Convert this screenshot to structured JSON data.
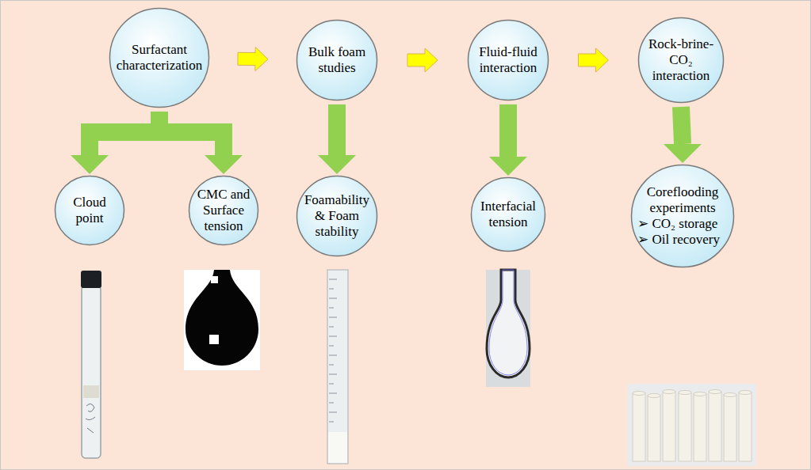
{
  "diagram": {
    "nodes": [
      {
        "text": [
          "Surfactant characterization"
        ]
      },
      {
        "text": [
          "Bulk foam studies"
        ]
      },
      {
        "text": [
          "Fluid-fluid interaction"
        ]
      },
      {
        "text": [
          "Rock-brine-CO₂ interaction"
        ]
      },
      {
        "text": [
          "Cloud point"
        ]
      },
      {
        "text": [
          "CMC and Surface tension"
        ]
      },
      {
        "text": [
          "Foamability & Foam stability"
        ]
      },
      {
        "text": [
          "Interfacial tension"
        ]
      },
      {
        "text": [
          "Coreflooding experiments",
          "➢ CO₂ storage",
          "➢ Oil recovery"
        ]
      }
    ],
    "edges": [
      {
        "from": 0,
        "to": 1,
        "arrow": "to"
      },
      {
        "from": 1,
        "to": 2,
        "arrow": "to"
      },
      {
        "from": 2,
        "to": 3,
        "arrow": "to"
      },
      {
        "from": 0,
        "to": 4,
        "arrow": "to"
      },
      {
        "from": 0,
        "to": 5,
        "arrow": "to"
      },
      {
        "from": 1,
        "to": 6,
        "arrow": "to"
      },
      {
        "from": 2,
        "to": 7,
        "arrow": "to"
      },
      {
        "from": 3,
        "to": 8,
        "arrow": "to"
      }
    ]
  }
}
